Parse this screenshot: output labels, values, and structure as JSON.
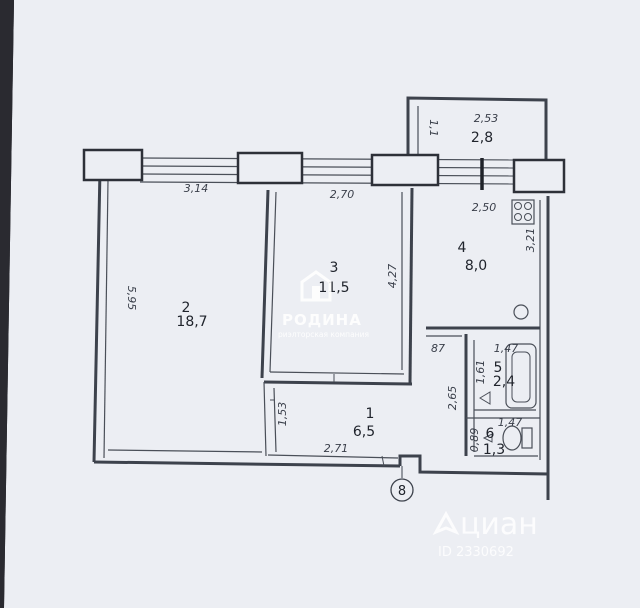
{
  "rooms": [
    {
      "number": "1",
      "area": "6,5"
    },
    {
      "number": "2",
      "area": "18,7"
    },
    {
      "number": "3",
      "area": "11,5"
    },
    {
      "number": "4",
      "area": "8,0"
    },
    {
      "number": "5",
      "area": "2,4"
    },
    {
      "number": "6",
      "area": "1,3"
    },
    {
      "number": "",
      "area": "2,8"
    }
  ],
  "dimensions": {
    "room2_width": "3,14",
    "room2_length": "5,95",
    "room3_width": "2,70",
    "room3_length": "4,27",
    "room1_width": "2,71",
    "room1_depth": "1,53",
    "room4_length": "3,21",
    "room4_width": "2,50",
    "balcony_width": "2,53",
    "balcony_depth": "1,1",
    "corridor_length": "2,65",
    "wall_gap": "87",
    "bath_width": "1,47",
    "bath_length": "1,61",
    "wc_length": "0,89",
    "wc_width": "1,47"
  },
  "axis_label": "8",
  "watermarks": {
    "rodina_name": "РОДИНА",
    "rodina_sub": "риэлторская компания",
    "cian_name": "циан",
    "cian_id": "ID 2330692"
  },
  "colors": {
    "paper": "#eceef3",
    "lines": "#3d424c",
    "background": "#1f1f24"
  }
}
